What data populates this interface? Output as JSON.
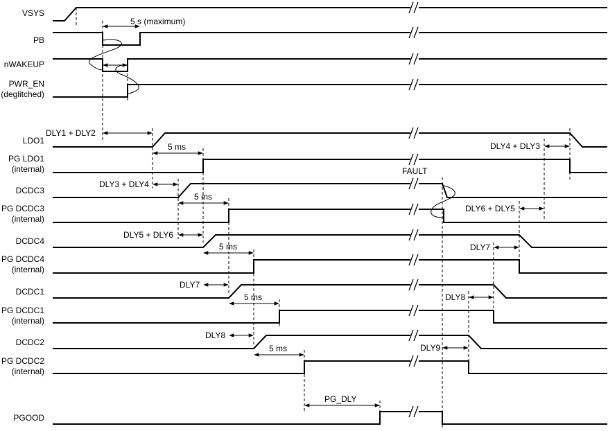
{
  "signals": [
    {
      "id": "vsys",
      "lines": [
        "VSYS"
      ]
    },
    {
      "id": "pb",
      "lines": [
        "PB"
      ]
    },
    {
      "id": "nwakeup",
      "lines": [
        "nWAKEUP"
      ]
    },
    {
      "id": "pwr-en",
      "lines": [
        "PWR_EN",
        "(deglitched)"
      ]
    },
    {
      "id": "ldo1",
      "lines": [
        "LDO1"
      ]
    },
    {
      "id": "pg-ldo1",
      "lines": [
        "PG LDO1",
        "(internal)"
      ]
    },
    {
      "id": "dcdc3",
      "lines": [
        "DCDC3"
      ]
    },
    {
      "id": "pg-dcdc3",
      "lines": [
        "PG DCDC3",
        "(internal)"
      ]
    },
    {
      "id": "dcdc4",
      "lines": [
        "DCDC4"
      ]
    },
    {
      "id": "pg-dcdc4",
      "lines": [
        "PG DCDC4",
        "(internal)"
      ]
    },
    {
      "id": "dcdc1",
      "lines": [
        "DCDC1"
      ]
    },
    {
      "id": "pg-dcdc1",
      "lines": [
        "PG DCDC1",
        "(internal)"
      ]
    },
    {
      "id": "dcdc2",
      "lines": [
        "DCDC2"
      ]
    },
    {
      "id": "pg-dcdc2",
      "lines": [
        "PG DCDC2",
        "(internal)"
      ]
    },
    {
      "id": "pgood",
      "lines": [
        "PGOOD"
      ]
    }
  ],
  "annotations": {
    "pb_timeout": "5 s (maximum)",
    "dly1_dly2": "DLY1 +  DLY2",
    "ldo1_pg_delay": "5 ms",
    "dly4_dly3": "DLY4 + DLY3",
    "fault": "FAULT",
    "dly3_dly4": "DLY3 + DLY4",
    "dcdc3_pg_delay": "5 ms",
    "dly6_dly5": "DLY6 + DLY5",
    "dly5_dly6": "DLY5 + DLY6",
    "dcdc4_pg_delay": "5 ms",
    "dly7_down": "DLY7",
    "dly7_up": "DLY7",
    "dcdc1_pg_delay": "5 ms",
    "dly8_down": "DLY8",
    "dly8_up": "DLY8",
    "dcdc2_pg_delay": "5 ms",
    "dly9": "DLY9",
    "pg_dly": "PG_DLY"
  }
}
